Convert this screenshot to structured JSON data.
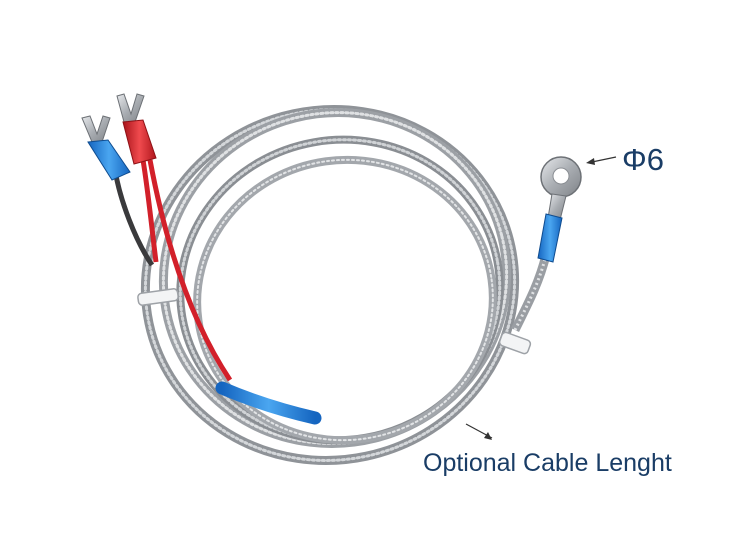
{
  "image": {
    "subject": "thermocouple-cable",
    "background_color": "#ffffff",
    "sheath_color": "#b9bcc0",
    "blue_insulation_color": "#1f7fd8",
    "red_insulation_color": "#e0262b",
    "label_color": "#1a3d66"
  },
  "annotations": {
    "diameter": "Φ6",
    "cable_length": "Optional Cable Lenght"
  }
}
